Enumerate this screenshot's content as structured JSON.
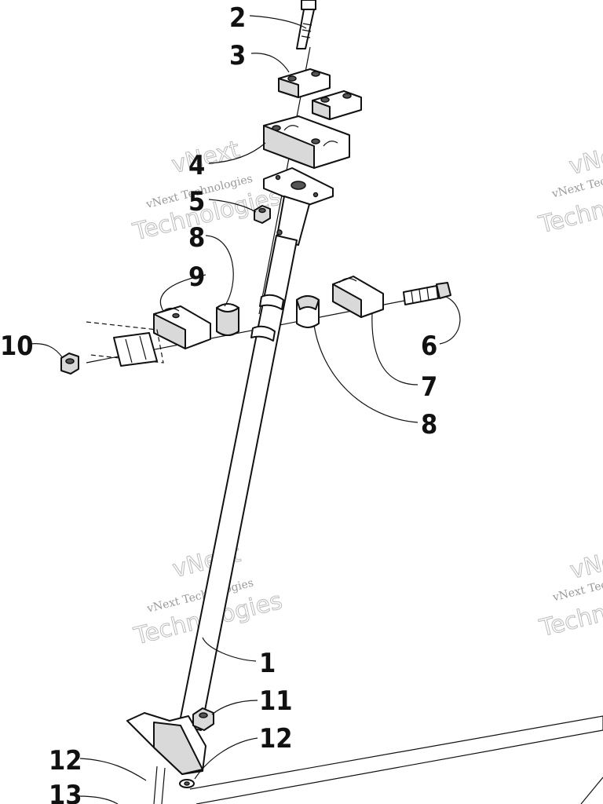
{
  "diagram": {
    "callouts": [
      {
        "id": "c2",
        "label": "2"
      },
      {
        "id": "c3",
        "label": "3"
      },
      {
        "id": "c4",
        "label": "4"
      },
      {
        "id": "c5",
        "label": "5"
      },
      {
        "id": "c8a",
        "label": "8"
      },
      {
        "id": "c9",
        "label": "9"
      },
      {
        "id": "c10",
        "label": "10"
      },
      {
        "id": "c6",
        "label": "6"
      },
      {
        "id": "c7",
        "label": "7"
      },
      {
        "id": "c8b",
        "label": "8"
      },
      {
        "id": "c1",
        "label": "1"
      },
      {
        "id": "c11",
        "label": "11"
      },
      {
        "id": "c12a",
        "label": "12"
      },
      {
        "id": "c12b",
        "label": "12"
      },
      {
        "id": "c13",
        "label": "13"
      }
    ],
    "watermark": {
      "small": "vNext Technologies",
      "large": "Technologies",
      "top": "vNext"
    }
  }
}
